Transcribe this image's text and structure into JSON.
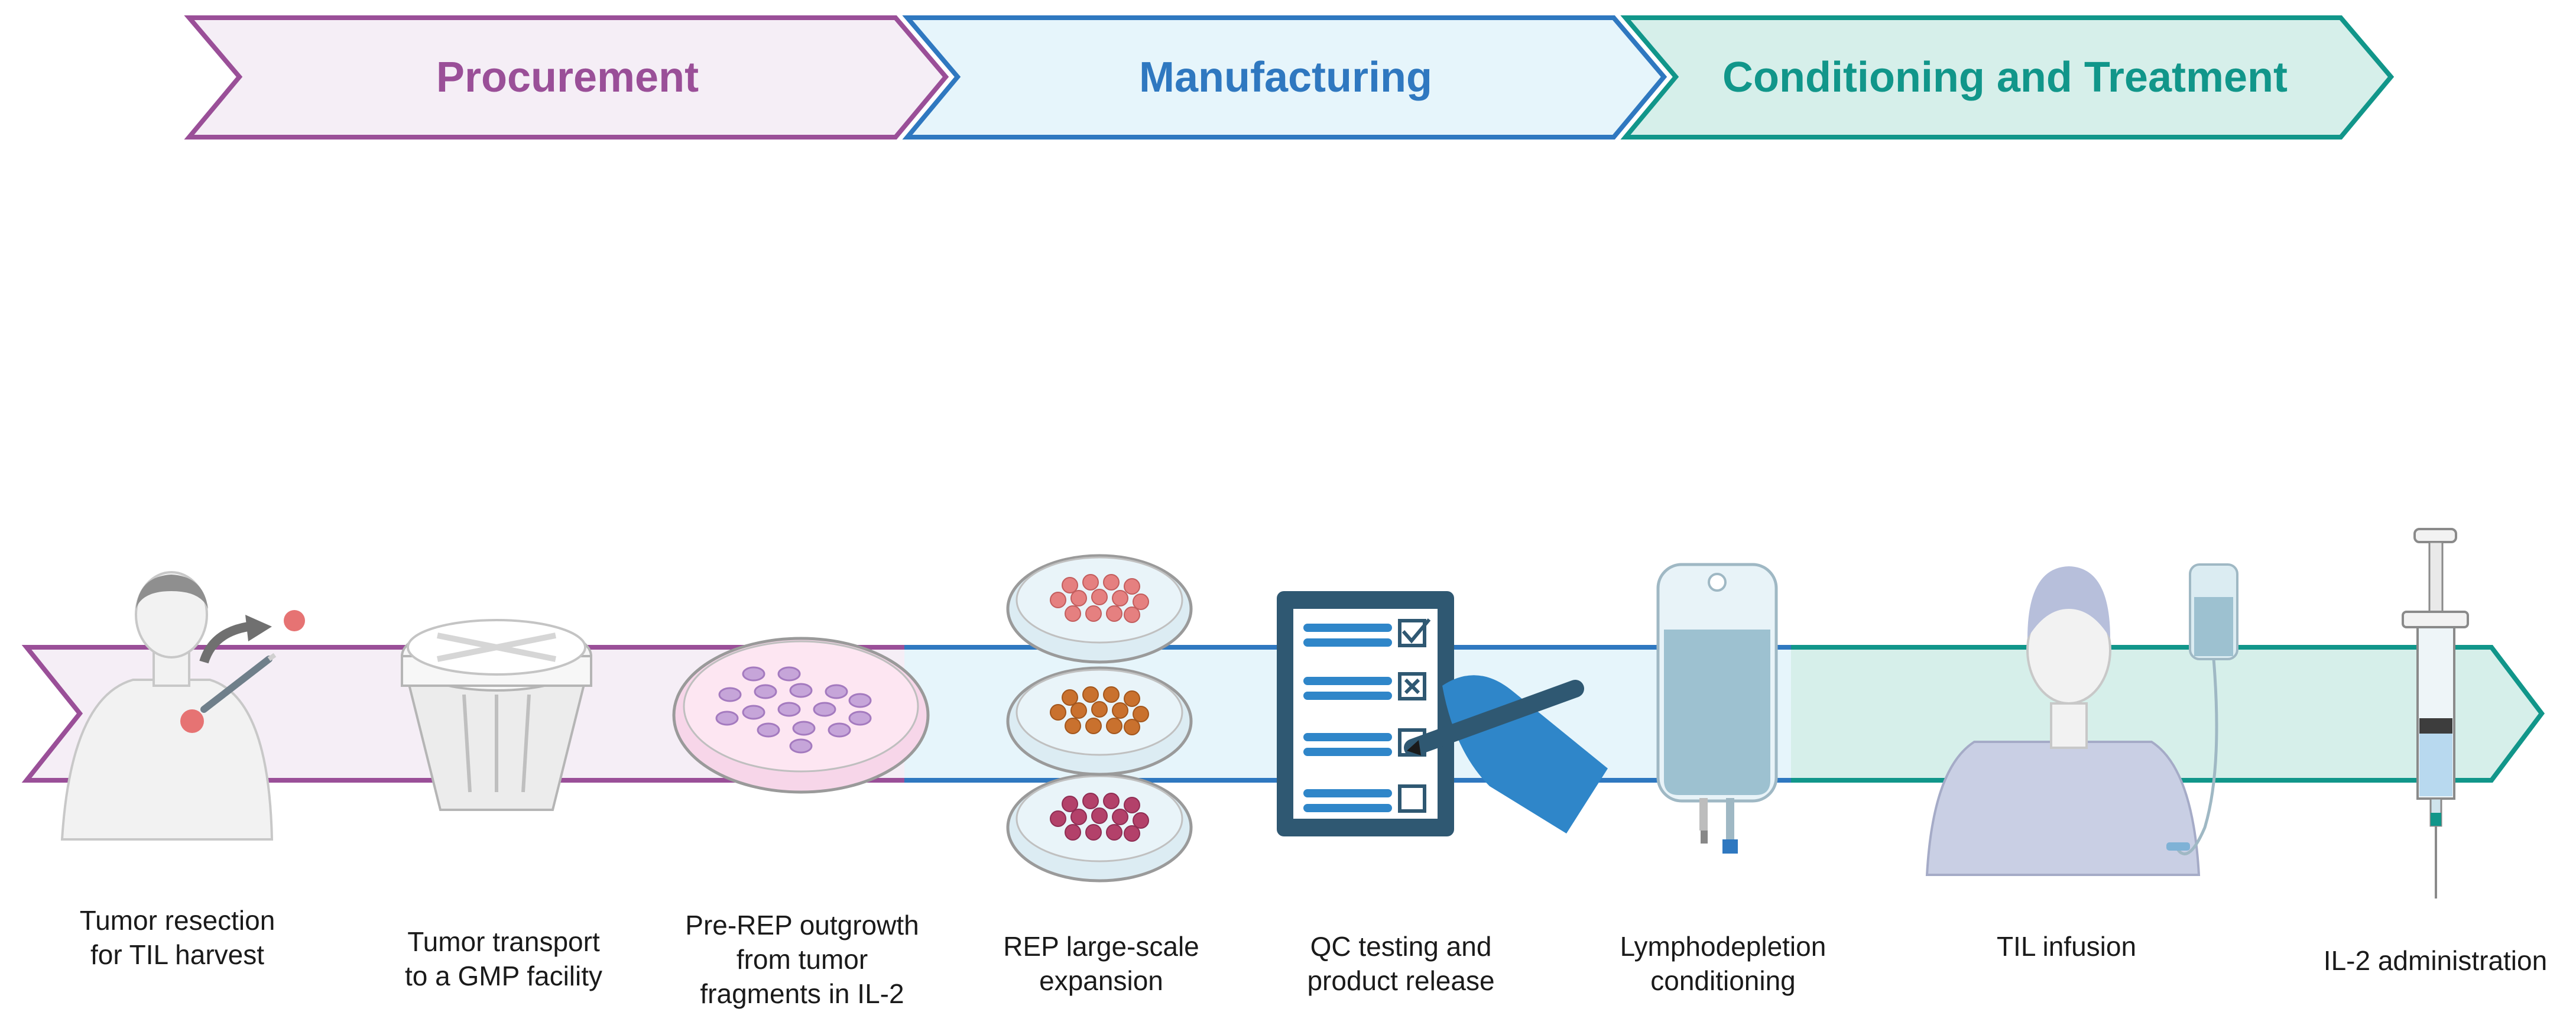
{
  "phases": [
    {
      "label": "Procurement",
      "color": "#9a4f98",
      "fill": "#f5eef6"
    },
    {
      "label": "Manufacturing",
      "color": "#2f78c0",
      "fill": "#e6f5fb"
    },
    {
      "label": "Conditioning and Treatment",
      "color": "#11968a",
      "fill": "#d6efea"
    }
  ],
  "steps": [
    {
      "label": "Tumor resection\nfor TIL harvest",
      "icon": "patient-surgery-icon"
    },
    {
      "label": "Tumor transport\nto a GMP facility",
      "icon": "transport-container-icon"
    },
    {
      "label": "Pre-REP outgrowth\nfrom tumor\nfragments in IL-2",
      "icon": "petri-dish-icon"
    },
    {
      "label": "REP large-scale\nexpansion",
      "icon": "stacked-petri-dishes-icon"
    },
    {
      "label": "QC testing and\nproduct release",
      "icon": "checklist-clipboard-icon"
    },
    {
      "label": "Lymphodepletion\nconditioning",
      "icon": "iv-bag-icon"
    },
    {
      "label": "TIL infusion",
      "icon": "patient-infusion-icon"
    },
    {
      "label": "IL-2 administration",
      "icon": "syringe-icon"
    }
  ]
}
